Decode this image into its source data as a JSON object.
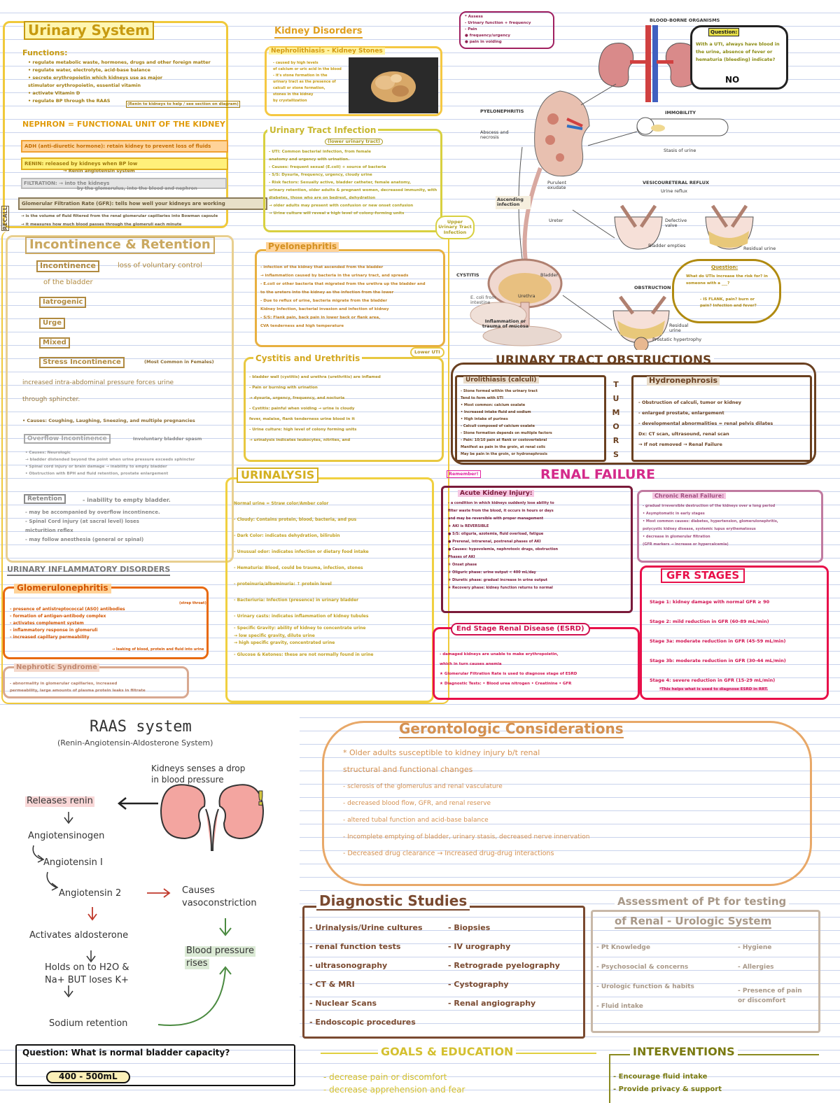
{
  "urinary": {
    "title": "Urinary System",
    "functions_head": "Functions:",
    "functions": [
      "• regulate metabolic waste, hormones, drugs and other foreign matter",
      "• regulate water, electrolyte, acid-base balance",
      "• secrete erythropoietin which kidneys use as major",
      "  stimulator erythropoietin, essential vitamin",
      "• activate Vitamin D",
      "• regulate BP through the RAAS"
    ],
    "raas_note": "(Renin to kidneys to help / see section on diagram)",
    "nephron": "NEPHRON = FUNCTIONAL UNIT OF THE KIDNEY",
    "adh": "ADH (anti-diuretic hormone): retain kidney to prevent loss of fluids",
    "renin": "RENIN: released by kidneys when BP low",
    "renin2": "→ Renin angiotensin system",
    "filtration": "FILTRATION: → into the kidneys",
    "filtration2": "by the glomerulus, into the blood and nephron",
    "gfr": "Glomerular Filtration Rate (GFR): tells how well your kidneys are working",
    "gfr2": "→ is the volume of fluid filtered from the renal glomerular capillaries into Bowman capsule",
    "gfr3": "→ it measures how much blood passes through the glomeruli each minute",
    "side_tag": "RECALL"
  },
  "incont": {
    "title": "Incontinence & Retention",
    "incont_label": "Incontinence",
    "incont_def": "loss of voluntary control",
    "incont_def2": "of the bladder",
    "types": [
      "Iatrogenic",
      "Urge",
      "Mixed"
    ],
    "stress": "Stress Incontinence",
    "stress_note": "(Most Common in Females)",
    "stress1": "increased intra-abdominal pressure forces urine",
    "stress2": "through sphincter.",
    "causes": "• Causes: Coughing, Laughing, Sneezing, and multiple pregnancies",
    "overflow": "Overflow Incontinence",
    "overflow_def": "Involuntary bladder spasm",
    "overflow_list": [
      "• Causes: Neurologic",
      "  → bladder distended beyond the point when urine pressure exceeds sphincter",
      "• Spinal cord injury or brain damage   → inability to empty bladder",
      "• Obstruction with BPH and fluid retention, prostate enlargement"
    ],
    "retention": "Retention",
    "retention_def": "- inability to empty bladder.",
    "retention_list": [
      "- may be accompanied by overflow incontinence.",
      "- Spinal Cord injury (at sacral level) loses",
      "   micturition reflex",
      "- may follow anesthesia (general or spinal)"
    ]
  },
  "inflam": {
    "title": "URINARY INFLAMMATORY DISORDERS",
    "glomer": "Glomerulonephritis",
    "glomer_list": [
      "- presence of antistreptococcal (ASO) antibodies",
      "- formation of antigen-antibody complex",
      "- activates complement system",
      "- inflammatory response in glomeruli",
      "- increased capillary permeability"
    ],
    "glomer_side": "(strep throat)",
    "glomer_side2": "→ leaking of blood, protein and fluid into urine",
    "nephrotic": "Nephrotic Syndrome",
    "nephrotic_list": [
      "- abnormality in glomerular capillaries, increased",
      "permeability, large amounts of plasma protein leaks in filtrate"
    ]
  },
  "kidney_dis": {
    "title": "Kidney Disorders",
    "neph_title": "Nephrolithiasis - Kidney Stones",
    "neph_list": [
      "- caused by high levels",
      "  of calcium or uric acid in the blood",
      "- it's stone formation in the",
      "  urinary tract as the presence of",
      "  calculi or stone formation,",
      "  stones in the kidney",
      "  by crystallization"
    ]
  },
  "uti": {
    "title": "Urinary Tract Infection",
    "sub": "(lower urinary tract)",
    "list": [
      "- UTI: Common bacterial infection, from female",
      "  anatomy and urgency with urination.",
      "- Causes: frequent sexual (E.coli) + source of bacteria",
      "- S/S: Dysuria, frequency, urgency, cloudy urine",
      "- Risk factors: Sexually active, bladder catheter, female anatomy,",
      "  urinary retention, older adults & pregnant women, decreased immunity, with",
      "  diabetes, those who are on bedrest, dehydration",
      "→ older adults may present with confusion or new onset confusion",
      "→ Urine culture will reveal a high level of colony-forming units"
    ],
    "side": "Upper Urinary Tract Infection"
  },
  "pyelo": {
    "title": "Pyelonephritis",
    "list": [
      "- infection of the kidney that ascended from the bladder",
      "  → inflammation caused by bacteria in the urinary tract, and spreads",
      "- E.coli or other bacteria that migrated from the urethra up the bladder and",
      "  to the ureters into the kidney as the infection from the lower",
      "- Due to reflux of urine, bacteria migrate from the bladder",
      "  Kidney Infection, bacterial invasion and infection of kidney",
      "- S/S: Flank pain, back pain in lower back or flank area,",
      "  CVA tenderness and high temperature"
    ]
  },
  "cyst": {
    "title": "Cystitis and Urethritis",
    "tag": "Lower UTI",
    "list": [
      "- bladder wall (cystitis) and urethra (urethritis) are inflamed",
      "- Pain or burning with urination",
      "  → dysuria, urgency, frequency, and nocturia",
      "- Cystitis: painful when voiding → urine is cloudy",
      "  fever, malaise, flank tenderness      urine blood in it",
      "- Urine culture: high level of colony forming units",
      "→ urinalysis indicates leukocytes, nitrites, and"
    ]
  },
  "urinalysis": {
    "title": "URINALYSIS",
    "list": [
      "Normal urine = Straw color/Amber color",
      "- Cloudy: Contains protein, blood, bacteria, and pus",
      "- Dark Color: indicates dehydration, bilirubin",
      "- Unusual odor: indicates infection or dietary food intake",
      "- Hematuria: Blood, could be trauma, infection, stones",
      "- proteinuria/albuminuria: ↑ protein level",
      "- Bacteriuria: Infection (presence) in urinary bladder",
      "- Urinary casts: indicates inflammation of kidney tubules",
      "- Specific Gravity: ability of kidney to concentrate urine",
      "  → low specific gravity, dilute urine",
      "  → high specific gravity, concentrated urine",
      "- Glucose & Ketones: these are not normally found in urine"
    ]
  },
  "diagram": {
    "labels": {
      "blood": "BLOOD-BORNE ORGANISMS",
      "pyelo": "PYELONEPHRITIS",
      "abscess": "Abscess and necrosis",
      "immobility": "IMMOBILITY",
      "stasis": "Stasis of urine",
      "vesico": "VESICOURETERAL REFLUX",
      "reflux": "Urine reflux",
      "defective": "Defective valve",
      "bladder_empties": "Bladder empties",
      "residual": "Residual urine",
      "purulent": "Purulent exudate",
      "ascending": "Ascending infection",
      "ureter": "Ureter",
      "cystitis": "CYSTITIS",
      "bladder": "Bladder",
      "urethra": "Urethra",
      "ecoli": "E. coli from intestine",
      "inflammation": "Inflammation or trauma of mucosa",
      "obstruction": "OBSTRUCTION",
      "residual2": "Residual urine",
      "prostatic": "Prostatic hypertrophy"
    },
    "question1_head": "Question:",
    "question1": "With a UTI, always have blood in the urine, absence of fever or hematuria (bleeding) indicate?",
    "question1_ans": "NO",
    "question2_head": "Question:",
    "question2": "What do UTIs increase the risk for? in someone with a ___?",
    "question2_ans": "- IS FLANK, pain? burn or pain? Infection and fever?",
    "assess_head": "* Assess",
    "assess_list": [
      "- Urinary function + frequency",
      "- Pain",
      "  ● frequency/urgency",
      "  ● pain in voiding"
    ]
  },
  "obstruct": {
    "title": "URINARY TRACT OBSTRUCTIONS",
    "uro_title": "Urolithiasis (calculi)",
    "uro_list": [
      "- Stone formed within the urinary tract",
      "Tend to form with UTI",
      "  • Most common: calcium oxalate",
      "  • Increased intake fluid and sodium",
      "  • High intake of purines",
      "- Calculi composed of calcium oxalate",
      "- Stone formation depends on multiple factors",
      "- Pain: 10/10 pain at flank or costovertebral",
      "Manifest as pain in the groin, at renal colic",
      "May be pain in the groin, or hydronephrosis"
    ],
    "tumors": "TUMORS",
    "hydro_title": "Hydronephrosis",
    "hydro_list": [
      "- Obstruction of calculi, tumor or kidney",
      "- enlarged prostate, enlargement",
      "- developmental abnormalities = renal pelvis dilates",
      "Dx: CT scan, ultrasound, renal scan",
      "→ If not removed → Renal Failure"
    ]
  },
  "renal": {
    "title": "RENAL FAILURE",
    "remember": "Remember!",
    "aki_title": "Acute Kidney Injury:",
    "aki_list": [
      "- a condition in which kidneys suddenly lose ability to",
      "  filter waste from the blood, it occurs in hours or days",
      "  and may be reversible with proper management",
      "  ★ AKI is REVERSIBLE",
      "  ● S/S: oliguria, azotemia, fluid overload, fatigue",
      "  ● Prerenal, intrarenal, postrenal phases of AKI",
      "  ● Causes: hypovolemia, nephrotoxic drugs, obstruction",
      "Phases of AKI",
      "  ① Onset phase",
      "  ② Oliguric phase: urine output < 400 mL/day",
      "  ③ Diuretic phase: gradual increase in urine output",
      "  ④ Recovery phase: kidney function returns to normal"
    ],
    "ckd_title": "Chronic Renal Failure:",
    "ckd_list": [
      "- gradual irreversible destruction of the kidneys over a long period",
      "  • Asymptomatic in early stages",
      "  • Most common causes: diabetes, hypertension, glomerulonephritis,",
      "    polycystic kidney disease, systemic lupus erythematosus",
      "  • decrease in glomerular filtration",
      "  (GFR markers → increase or hypercalcemia)"
    ],
    "gfr_title": "GFR STAGES",
    "stages": [
      "Stage 1: kidney damage with normal GFR ≥ 90",
      "Stage 2: mild reduction in GFR (60-89 mL/min)",
      "Stage 3a: moderate reduction in GFR (45-59 mL/min)",
      "Stage 3b: moderate reduction in GFR (30-44 mL/min)",
      "Stage 4: severe reduction in GFR (15-29 mL/min)"
    ],
    "gfr_note": "*This helps what is used to diagnose ESRD in RRT.",
    "esrd_title": "End Stage Renal Disease (ESRD)",
    "esrd_list": [
      "- damaged kidneys are unable to make erythropoietin,",
      "  which in turn causes anemia",
      "★ Glomerular Filtration Rate is used to diagnose stage of ESRD",
      "★ Diagnostic Tests: • Blood urea nitrogen • Creatinine • GFR"
    ]
  },
  "raas": {
    "title": "RAAS system",
    "subtitle": "(Renin-Angiotensin-Aldosterone System)",
    "senses": "Kidneys senses a drop",
    "senses2": "in blood pressure",
    "releases": "Releases renin",
    "angiotensinogen": "Angiotensinogen",
    "angio1": "Angiotensin I",
    "angio2": "Angiotensin 2",
    "causes": "Causes",
    "vaso": "vasoconstriction",
    "aldo": "Activates aldosterone",
    "holds": "Holds on to H2O &",
    "holds2": "Na+ BUT loses K+",
    "sodium": "Sodium retention",
    "bp": "Blood pressure",
    "bp2": "rises",
    "question": "Question: What is normal bladder capacity?",
    "answer": "400 - 500mL"
  },
  "geront": {
    "title": "Gerontologic Considerations",
    "list": [
      "* Older adults susceptible to kidney injury b/t renal",
      "  structural and functional changes",
      "    - sclerosis of the glomerulus and renal vasculature",
      "    - decreased blood flow, GFR, and renal reserve",
      "    - altered tubal function and acid-base balance",
      "  - Incomplete emptying of bladder, urinary stasis, decreased nerve innervation",
      "  - Decreased drug clearance → Increased drug-drug interactions"
    ]
  },
  "diag": {
    "title": "Diagnostic Studies",
    "left": [
      "- Urinalysis/Urine cultures",
      "- renal function tests",
      "- ultrasonography",
      "- CT & MRI",
      "- Nuclear Scans",
      "- Endoscopic procedures"
    ],
    "right": [
      "- Biopsies",
      "- IV urography",
      "- Retrograde pyelography",
      "- Cystography",
      "- Renal angiography"
    ]
  },
  "assess": {
    "title": "Assessment of Pt for testing",
    "title2": "of Renal - Urologic System",
    "left": [
      "- Pt Knowledge",
      "- Psychosocial & concerns",
      "- Urologic function & habits",
      "- Fluid intake"
    ],
    "right": [
      "- Hygiene",
      "- Allergies",
      "- Presence of pain",
      "  or discomfort"
    ]
  },
  "goals": {
    "title": "GOALS & EDUCATION",
    "list": [
      "- decrease pain or discomfort",
      "- decrease apprehension and fear"
    ]
  },
  "interv": {
    "title": "INTERVENTIONS",
    "list": [
      "- Encourage fluid intake",
      "- Provide privacy & support"
    ]
  }
}
